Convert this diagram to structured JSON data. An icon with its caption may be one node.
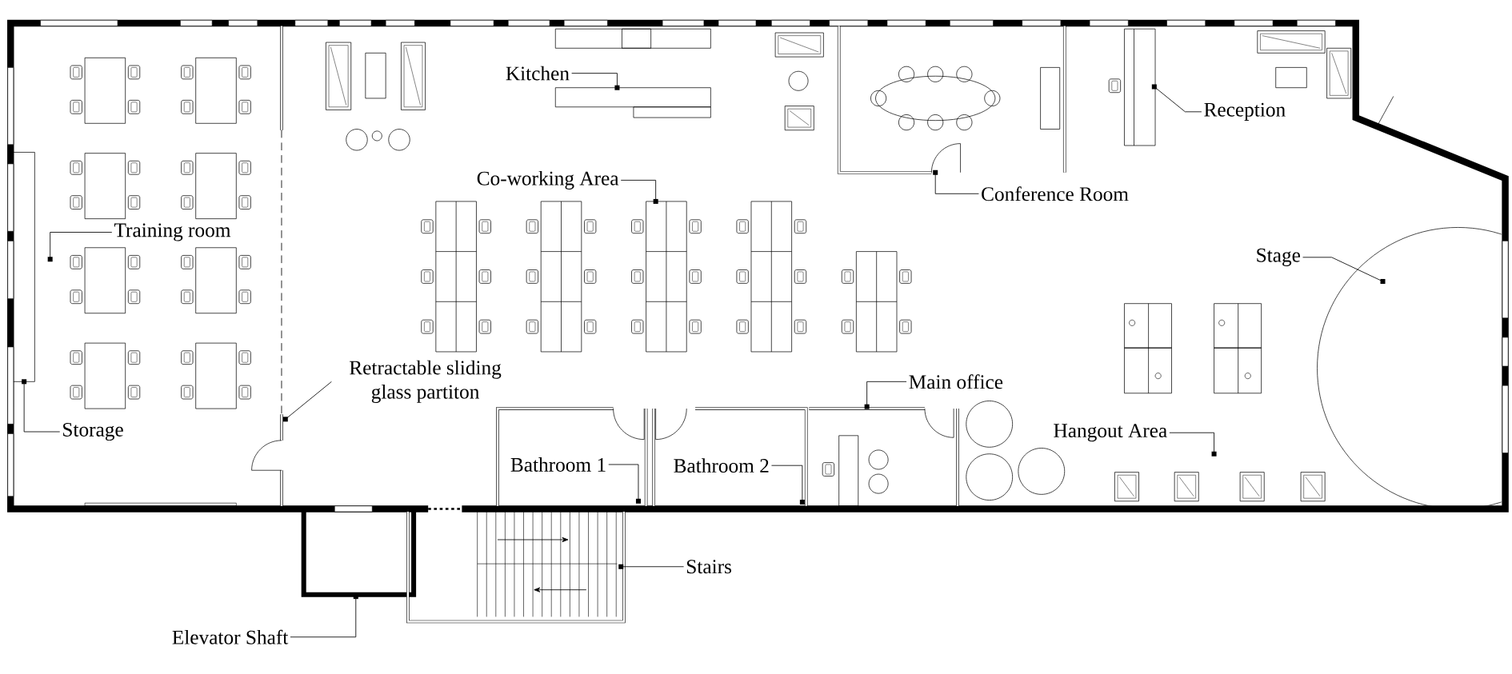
{
  "diagram": {
    "nodes": [
      {
        "text": [
          "Kitchen"
        ]
      },
      {
        "text": [
          "Reception"
        ]
      },
      {
        "text": [
          "Co-working Area"
        ]
      },
      {
        "text": [
          "Conference Room"
        ]
      },
      {
        "text": [
          "Training room"
        ]
      },
      {
        "text": [
          "Stage"
        ]
      },
      {
        "text": [
          "Retractable sliding glass partiton"
        ]
      },
      {
        "text": [
          "Main office"
        ]
      },
      {
        "text": [
          "Storage"
        ]
      },
      {
        "text": [
          "Hangout Area"
        ]
      },
      {
        "text": [
          "Bathroom 1"
        ]
      },
      {
        "text": [
          "Bathroom 2"
        ]
      },
      {
        "text": [
          "Stairs"
        ]
      },
      {
        "text": [
          "Elevator Shaft"
        ]
      }
    ],
    "edges": [
      {
        "from": 0,
        "to": null,
        "arrow": "other"
      },
      {
        "from": 1,
        "to": null,
        "arrow": "other"
      },
      {
        "from": 2,
        "to": null,
        "arrow": "other"
      },
      {
        "from": 3,
        "to": null,
        "arrow": "other"
      },
      {
        "from": 4,
        "to": null,
        "arrow": "other"
      },
      {
        "from": 5,
        "to": null,
        "arrow": "other"
      },
      {
        "from": 6,
        "to": null,
        "arrow": "other"
      },
      {
        "from": 7,
        "to": null,
        "arrow": "other"
      },
      {
        "from": 8,
        "to": null,
        "arrow": "other"
      },
      {
        "from": 9,
        "to": null,
        "arrow": "other"
      },
      {
        "from": 10,
        "to": null,
        "arrow": "other"
      },
      {
        "from": 11,
        "to": null,
        "arrow": "other"
      },
      {
        "from": 12,
        "to": null,
        "arrow": "other"
      },
      {
        "from": 13,
        "to": null,
        "arrow": "other"
      }
    ]
  }
}
